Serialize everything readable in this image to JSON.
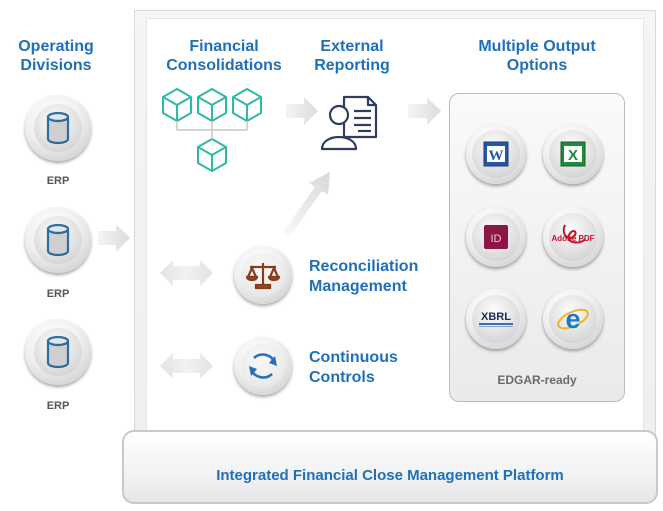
{
  "headings": {
    "operating_divisions": "Operating\nDivisions",
    "financial_consolidations": "Financial\nConsolidations",
    "external_reporting": "External\nReporting",
    "multiple_output_options": "Multiple Output\nOptions"
  },
  "erp_items": [
    {
      "label": "ERP"
    },
    {
      "label": "ERP"
    },
    {
      "label": "ERP"
    }
  ],
  "reconciliation": "Reconciliation\nManagement",
  "continuous_controls": "Continuous\nControls",
  "output_icons": [
    {
      "name": "word-icon",
      "glyph": "W"
    },
    {
      "name": "excel-icon",
      "glyph": "X"
    },
    {
      "name": "indesign-icon",
      "glyph": "ID"
    },
    {
      "name": "adobe-pdf-icon",
      "glyph": "Adobe PDF"
    },
    {
      "name": "xbrl-icon",
      "glyph": "XBRL"
    },
    {
      "name": "internet-explorer-icon",
      "glyph": "e"
    }
  ],
  "edgar_ready": "EDGAR-ready",
  "platform_label": "Integrated Financial Close Management Platform",
  "colors": {
    "brand_blue": "#1f70b8",
    "teal": "#2fb8a5",
    "navy_icon": "#2c3e5c",
    "arrow_gray": "#e3e3e3"
  }
}
